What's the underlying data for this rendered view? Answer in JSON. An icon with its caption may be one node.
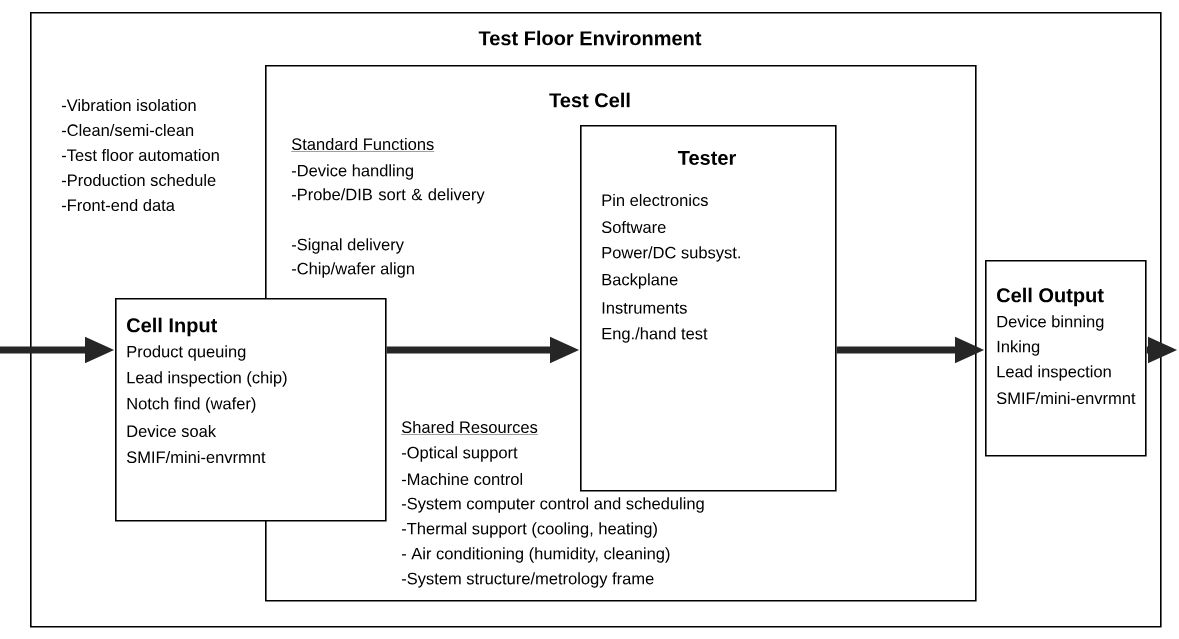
{
  "diagram": {
    "nodes": [
      {
        "text": [
          "Test Floor Environment",
          "-Vibration isolation",
          "-Clean/semi-clean",
          "-Test floor automation",
          "-Production schedule",
          "-Front-end data"
        ]
      },
      {
        "text": [
          "Test Cell",
          "Standard Functions",
          "-Device handling",
          "-Probe/DIB sort & delivery",
          "-Signal delivery",
          "-Chip/wafer align",
          "Shared Resources",
          "-Optical support",
          "-Machine control",
          "-System computer control and scheduling",
          "-Thermal support (cooling, heating)",
          "- Air conditioning (humidity, cleaning)",
          "-System structure/metrology frame"
        ],
        "in": 0
      },
      {
        "text": [
          "Cell Input",
          "Product queuing",
          "Lead inspection (chip)",
          "Notch find (wafer)",
          "Device soak",
          "SMIF/mini-envrmnt"
        ],
        "in": 0
      },
      {
        "text": [
          "Tester",
          "Pin electronics",
          "Software",
          "Power/DC subsyst.",
          "Backplane",
          "Instruments",
          "Eng./hand test"
        ],
        "in": 1
      },
      {
        "text": [
          "Cell Output",
          "Device binning",
          "Inking",
          "Lead inspection",
          "SMIF/mini-envrmnt"
        ],
        "in": 0
      }
    ],
    "edges": [
      {
        "from": null,
        "to": 2,
        "arrow": "to"
      },
      {
        "from": 2,
        "to": 3,
        "arrow": "to"
      },
      {
        "from": 3,
        "to": 4,
        "arrow": "to"
      },
      {
        "from": 4,
        "to": null,
        "arrow": "to"
      }
    ]
  }
}
